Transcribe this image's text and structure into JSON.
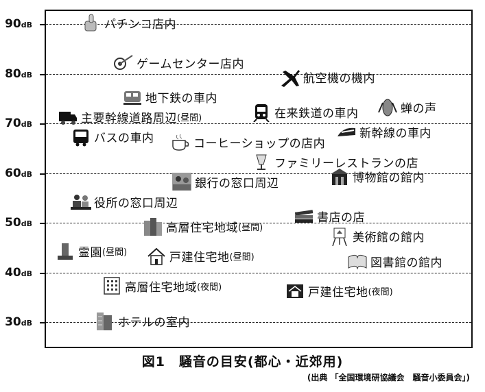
{
  "chart_data": {
    "type": "table",
    "y_unit": "dB",
    "y_ticks": [
      90,
      80,
      70,
      60,
      50,
      40,
      30
    ],
    "ylim": [
      25,
      92
    ],
    "grid": true,
    "items": [
      {
        "label": "パチンコ店内",
        "sub": "",
        "db": 90,
        "icon": "thumbs-up-icon"
      },
      {
        "label": "ゲームセンター店内",
        "sub": "",
        "db": 82,
        "icon": "dart-target-icon"
      },
      {
        "label": "航空機の機内",
        "sub": "",
        "db": 79,
        "icon": "airplane-icon"
      },
      {
        "label": "地下鉄の車内",
        "sub": "",
        "db": 75,
        "icon": "subway-train-icon"
      },
      {
        "label": "主要幹線道路周辺",
        "sub": "(昼間)",
        "db": 71,
        "icon": "truck-icon"
      },
      {
        "label": "在来鉄道の車内",
        "sub": "",
        "db": 72,
        "icon": "train-icon"
      },
      {
        "label": "蝉の声",
        "sub": "",
        "db": 73,
        "icon": "cicada-icon"
      },
      {
        "label": "新幹線の車内",
        "sub": "",
        "db": 68,
        "icon": "shinkansen-icon"
      },
      {
        "label": "バスの車内",
        "sub": "",
        "db": 67,
        "icon": "bus-icon"
      },
      {
        "label": "コーヒーショップの店内",
        "sub": "",
        "db": 66,
        "icon": "coffee-cup-icon"
      },
      {
        "label": "ファミリーレストランの店",
        "sub": "",
        "db": 62,
        "icon": "parfait-icon"
      },
      {
        "label": "銀行の窓口周辺",
        "sub": "",
        "db": 58,
        "icon": "bank-teller-icon"
      },
      {
        "label": "博物館の館内",
        "sub": "",
        "db": 59,
        "icon": "museum-icon"
      },
      {
        "label": "役所の窓口周辺",
        "sub": "",
        "db": 54,
        "icon": "office-counter-icon"
      },
      {
        "label": "書店の店",
        "sub": "",
        "db": 51,
        "icon": "books-icon"
      },
      {
        "label": "高層住宅地域",
        "sub": "(昼間)",
        "db": 49,
        "icon": "high-rise-icon"
      },
      {
        "label": "美術館の館内",
        "sub": "",
        "db": 47,
        "icon": "easel-icon"
      },
      {
        "label": "霊園",
        "sub": "(昼間)",
        "db": 44,
        "icon": "grave-icon"
      },
      {
        "label": "戸建住宅地",
        "sub": "(昼間)",
        "db": 43,
        "icon": "house-icon"
      },
      {
        "label": "図書館の館内",
        "sub": "",
        "db": 42,
        "icon": "open-book-icon"
      },
      {
        "label": "高層住宅地域",
        "sub": "(夜間)",
        "db": 37,
        "icon": "apartment-icon"
      },
      {
        "label": "戸建住宅地",
        "sub": "(夜間)",
        "db": 36,
        "icon": "house-night-icon"
      },
      {
        "label": "ホテルの室内",
        "sub": "",
        "db": 30,
        "icon": "hotel-icon"
      }
    ]
  },
  "caption": "図1　騒音の目安(都心・近郊用)",
  "source": "(出典 「全国環境研協議会　騒音小委員会」)"
}
